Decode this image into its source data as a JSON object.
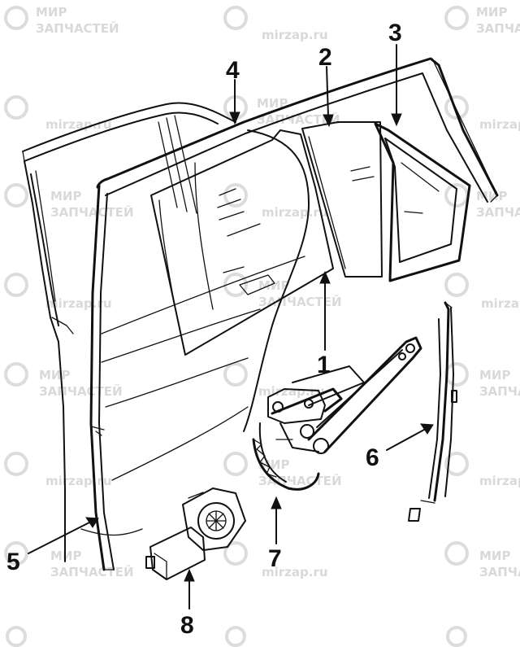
{
  "callouts": [
    {
      "id": "1",
      "label": "1"
    },
    {
      "id": "2",
      "label": "2"
    },
    {
      "id": "3",
      "label": "3"
    },
    {
      "id": "4",
      "label": "4"
    },
    {
      "id": "5",
      "label": "5"
    },
    {
      "id": "6",
      "label": "6"
    },
    {
      "id": "7",
      "label": "7"
    },
    {
      "id": "8",
      "label": "8"
    }
  ],
  "watermark": {
    "line1": "МИР",
    "line2": "ЗАПЧАСТЕЙ",
    "site": "mirzap.ru",
    "icon": "map-pin-icon",
    "color": "#d9d9d9"
  }
}
